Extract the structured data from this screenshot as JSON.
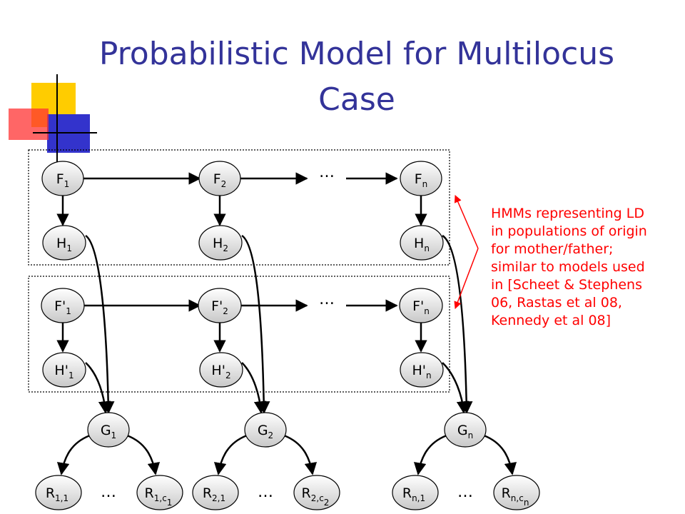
{
  "title": "Probabilistic Model for Multilocus Case",
  "annotation": "HMMs representing LD\nin populations of origin\nfor mother/father;\nsimilar to models used\nin [Scheet & Stephens\n06, Rastas et al 08,\nKennedy et al 08]",
  "ellipsis": "…",
  "colors": {
    "title": "#333399",
    "annotation": "#ff0000",
    "node_fill_top": "#ffffff",
    "node_fill_bottom": "#c8c8c8",
    "deco_yellow": "#ffcc00",
    "deco_blue": "#3333cc",
    "deco_red": "#ff3333"
  },
  "nodes": {
    "F1": {
      "base": "F",
      "sub": "1"
    },
    "F2": {
      "base": "F",
      "sub": "2"
    },
    "Fn": {
      "base": "F",
      "sub": "n"
    },
    "H1": {
      "base": "H",
      "sub": "1"
    },
    "H2": {
      "base": "H",
      "sub": "2"
    },
    "Hn": {
      "base": "H",
      "sub": "n"
    },
    "Fp1": {
      "base": "F'",
      "sub": "1"
    },
    "Fp2": {
      "base": "F'",
      "sub": "2"
    },
    "Fpn": {
      "base": "F'",
      "sub": "n"
    },
    "Hp1": {
      "base": "H'",
      "sub": "1"
    },
    "Hp2": {
      "base": "H'",
      "sub": "2"
    },
    "Hpn": {
      "base": "H'",
      "sub": "n"
    },
    "G1": {
      "base": "G",
      "sub": "1"
    },
    "G2": {
      "base": "G",
      "sub": "2"
    },
    "Gn": {
      "base": "G",
      "sub": "n"
    },
    "R11": {
      "base": "R",
      "sub": "1,1"
    },
    "R1c": {
      "base": "R",
      "sub": "1,c",
      "subsub": "1"
    },
    "R21": {
      "base": "R",
      "sub": "2,1"
    },
    "R2c": {
      "base": "R",
      "sub": "2,c",
      "subsub": "2"
    },
    "Rn1": {
      "base": "R",
      "sub": "n,1"
    },
    "Rnc": {
      "base": "R",
      "sub": "n,c",
      "subsub": "n"
    }
  }
}
